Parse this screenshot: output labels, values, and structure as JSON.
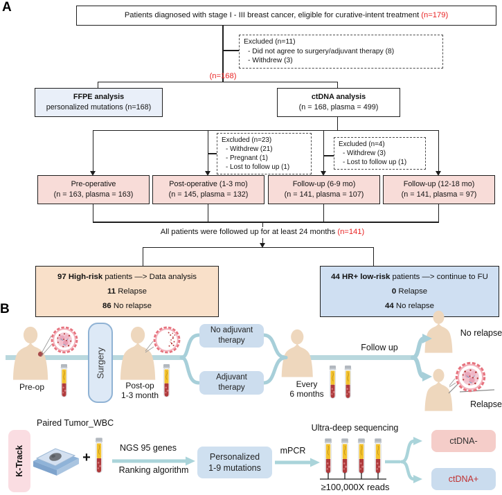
{
  "figure": {
    "panel_a_label": "A",
    "panel_b_label": "B"
  },
  "panel_a": {
    "top_box": {
      "text": "Patients diagnosed with stage I - III breast cancer, eligible for curative-intent treatment ",
      "n": "(n=179)"
    },
    "excluded_surgery": {
      "title": "Excluded (n=11)",
      "lines": [
        "- Did not agree to surgery/adjuvant therapy (8)",
        "- Withdrew (3)"
      ]
    },
    "n_after_exclusion": "(n=168)",
    "ffpe_box": {
      "title": "FFPE analysis",
      "subtitle": "personalized mutations (n=168)"
    },
    "ctdna_box": {
      "title": "ctDNA analysis",
      "subtitle": "(n = 168, plasma = 499)"
    },
    "excluded_postop": {
      "title": "Excluded (n=23)",
      "lines": [
        "- Withdrew (21)",
        "- Pregnant (1)",
        "- Lost to follow up (1)"
      ]
    },
    "excluded_followup": {
      "title": "Excluded (n=4)",
      "lines": [
        "- Withdrew (3)",
        "- Lost to follow up (1)"
      ]
    },
    "cohorts": [
      {
        "title": "Pre-operative",
        "subtitle": "(n = 163, plasma = 163)"
      },
      {
        "title": "Post-operative (1-3 mo)",
        "subtitle": "(n = 145, plasma = 132)"
      },
      {
        "title": "Follow-up (6-9 mo)",
        "subtitle": "(n = 141, plasma = 107)"
      },
      {
        "title": "Follow-up (12-18 mo)",
        "subtitle": "(n = 141, plasma = 97)"
      }
    ],
    "followup_note": {
      "text": "All patients were followed up for at least 24 months ",
      "n": "(n=141)"
    },
    "high_risk_box": {
      "lines": [
        {
          "b": "97 High-risk",
          "t": " patients —> Data analysis"
        },
        {
          "b": "11",
          "t": " Relapse"
        },
        {
          "b": "86",
          "t": " No relapse"
        }
      ]
    },
    "low_risk_box": {
      "lines": [
        {
          "b": "44 HR+ low-risk",
          "t": " patients —> continue to FU"
        },
        {
          "b": "0",
          "t": " Relapse"
        },
        {
          "b": "44",
          "t": " No relapse"
        }
      ]
    }
  },
  "panel_b": {
    "timeline": {
      "preop_label": "Pre-op",
      "surgery_label": "Surgery",
      "postop_label_line1": "Post-op",
      "postop_label_line2": "1-3 month",
      "no_adjuvant_line1": "No adjuvant",
      "no_adjuvant_line2": "therapy",
      "adjuvant_line1": "Adjuvant",
      "adjuvant_line2": "therapy",
      "every_line1": "Every",
      "every_line2": "6 months",
      "followup_label": "Follow up",
      "no_relapse_label": "No relapse",
      "relapse_label": "Relapse"
    },
    "ktrack": {
      "label": "K-Track",
      "paired_label": "Paired Tumor_WBC",
      "plus": "+",
      "ngs_label": "NGS 95 genes",
      "ranking_label": "Ranking algorithm",
      "personalized_line1": "Personalized",
      "personalized_line2": "1-9 mutations",
      "mpcr_label": "mPCR",
      "ultradeep_label": "Ultra-deep sequencing",
      "reads_label": "≥100,000X reads",
      "ctdna_negative": "ctDNA-",
      "ctdna_positive": "ctDNA+"
    }
  },
  "colors": {
    "red_text": "#e82121",
    "cohort_pink": "#f8dcd8",
    "ffpe_blue": "#e9eff9",
    "high_risk_orange": "#f9e0c9",
    "low_risk_blue": "#cfdff2",
    "therapy_blue": "#ccddee",
    "teal": "#a7cfd9",
    "ktrack_pink": "#fadde2",
    "ctdna_neg_pink": "#f5cdc9",
    "ctdna_pos_blue": "#cadcee"
  }
}
